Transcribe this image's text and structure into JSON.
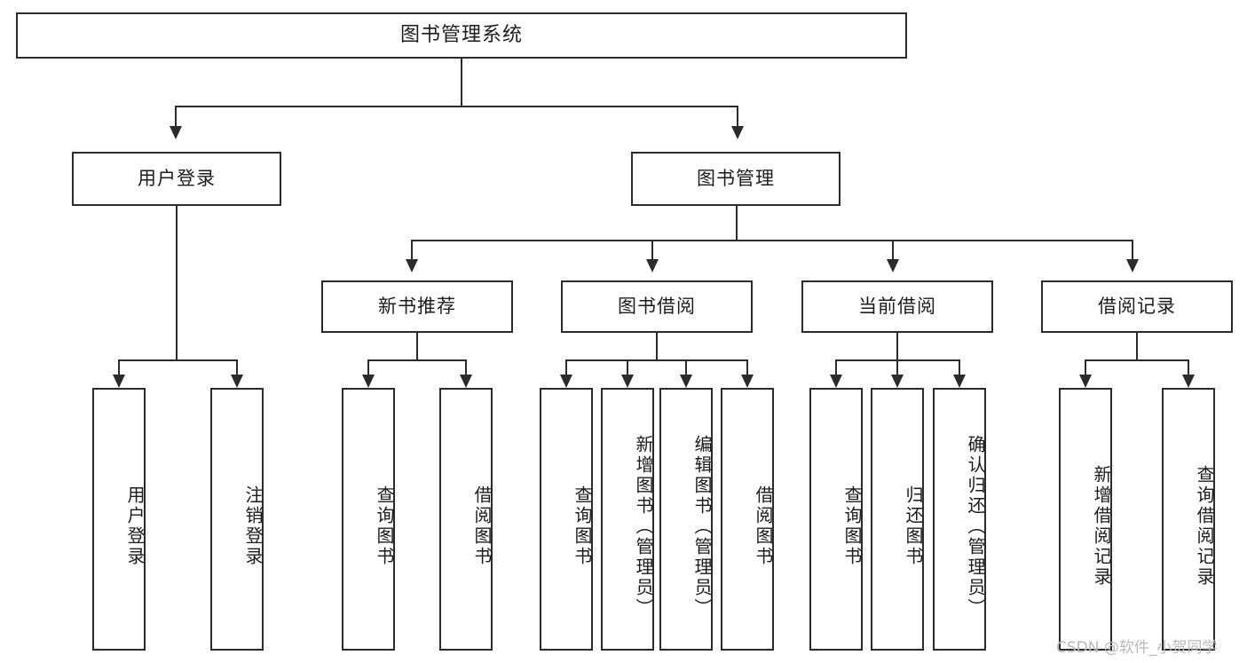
{
  "diagram": {
    "title": "图书管理系统",
    "type": "tree",
    "root": {
      "label": "图书管理系统"
    },
    "level2": [
      {
        "id": "user-login",
        "label": "用户登录"
      },
      {
        "id": "book-manage",
        "label": "图书管理"
      }
    ],
    "level3": [
      {
        "id": "new-book-rec",
        "label": "新书推荐"
      },
      {
        "id": "book-borrow",
        "label": "图书借阅"
      },
      {
        "id": "current-borrow",
        "label": "当前借阅"
      },
      {
        "id": "borrow-record",
        "label": "借阅记录"
      }
    ],
    "leaves": {
      "user_login": [
        {
          "id": "leaf-user-login",
          "label": "用户登录"
        },
        {
          "id": "leaf-logout-login",
          "label": "注销登录"
        }
      ],
      "new_book_rec": [
        {
          "id": "leaf-query-book-1",
          "label": "查询图书"
        },
        {
          "id": "leaf-borrow-book-1",
          "label": "借阅图书"
        }
      ],
      "book_borrow": [
        {
          "id": "leaf-query-book-2",
          "label": "查询图书"
        },
        {
          "id": "leaf-add-book",
          "label": "新增图书（管理员）"
        },
        {
          "id": "leaf-edit-book",
          "label": "编辑图书（管理员）"
        },
        {
          "id": "leaf-borrow-book-2",
          "label": "借阅图书"
        }
      ],
      "current_borrow": [
        {
          "id": "leaf-query-book-3",
          "label": "查询图书"
        },
        {
          "id": "leaf-return-book",
          "label": "归还图书"
        },
        {
          "id": "leaf-confirm-return",
          "label": "确认归还（管理员）"
        }
      ],
      "borrow_record": [
        {
          "id": "leaf-add-record",
          "label": "新增借阅记录"
        },
        {
          "id": "leaf-query-record",
          "label": "查询借阅记录"
        }
      ]
    }
  },
  "watermark": {
    "text": "CSDN @软件_小贺同学"
  },
  "colors": {
    "stroke": "#2b2b2b",
    "fill": "#ffffff",
    "text": "#1c1c1c",
    "watermark": "#b9b9b9"
  }
}
